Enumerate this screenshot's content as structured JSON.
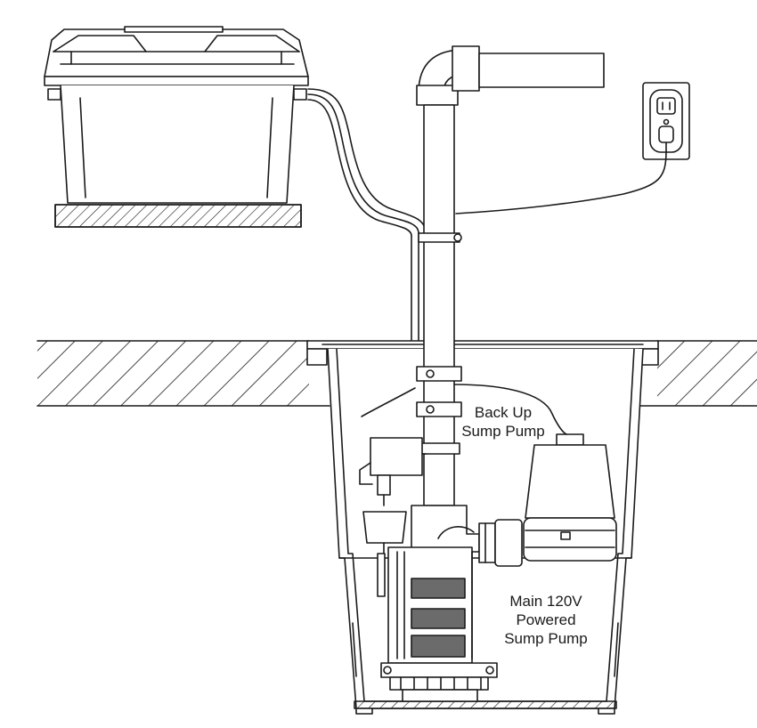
{
  "labels": {
    "backup_pump": [
      "Back Up",
      "Sump Pump"
    ],
    "main_pump": [
      "Main 120V",
      "Powered",
      "Sump Pump"
    ]
  },
  "colors": {
    "line": "#1a1a1a",
    "background": "#ffffff",
    "pump_dark": "#6b6b6b"
  }
}
